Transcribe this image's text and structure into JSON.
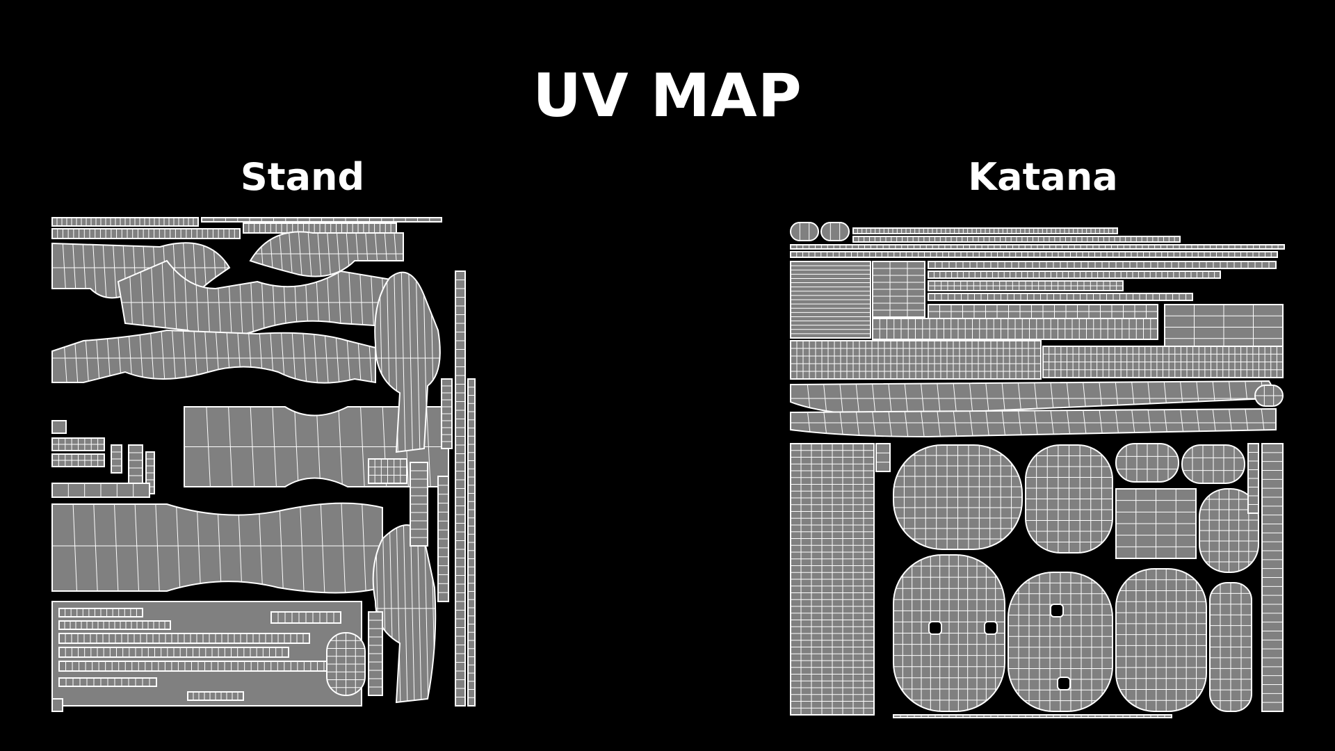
{
  "title": "UV MAP",
  "panels": {
    "left": {
      "label": "Stand"
    },
    "right": {
      "label": "Katana"
    }
  },
  "colors": {
    "background": "#000000",
    "island_fill": "#808080",
    "wire": "#ffffff"
  }
}
